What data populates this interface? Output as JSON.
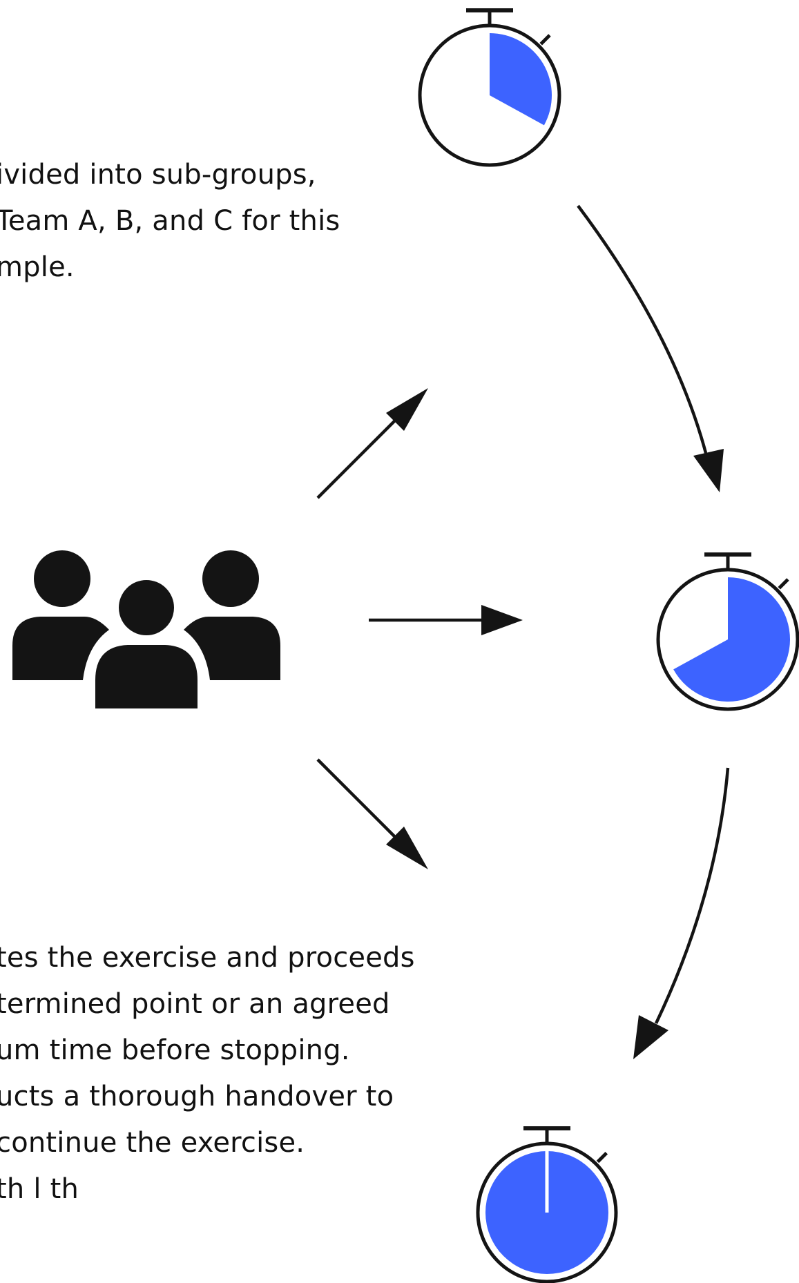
{
  "text_top": {
    "lines": [
      "ivided into sub-groups,",
      "Team A, B, and C for this",
      "mple."
    ]
  },
  "text_bottom": {
    "lines": [
      "tes the exercise and proceeds",
      "termined point or an agreed",
      "um time before stopping.",
      "ucts a thorough handover to",
      "continue the exercise.",
      "th    l    th"
    ]
  },
  "colors": {
    "ink": "#141414",
    "accent": "#3D63FF",
    "background": "#FFFFFF"
  },
  "icons": {
    "group": "people-group-icon",
    "timer": "stopwatch-icon"
  },
  "timers": [
    {
      "name": "timer-1",
      "elapsed_fraction": 0.33
    },
    {
      "name": "timer-2",
      "elapsed_fraction": 0.67
    },
    {
      "name": "timer-3",
      "elapsed_fraction": 1.0
    }
  ]
}
